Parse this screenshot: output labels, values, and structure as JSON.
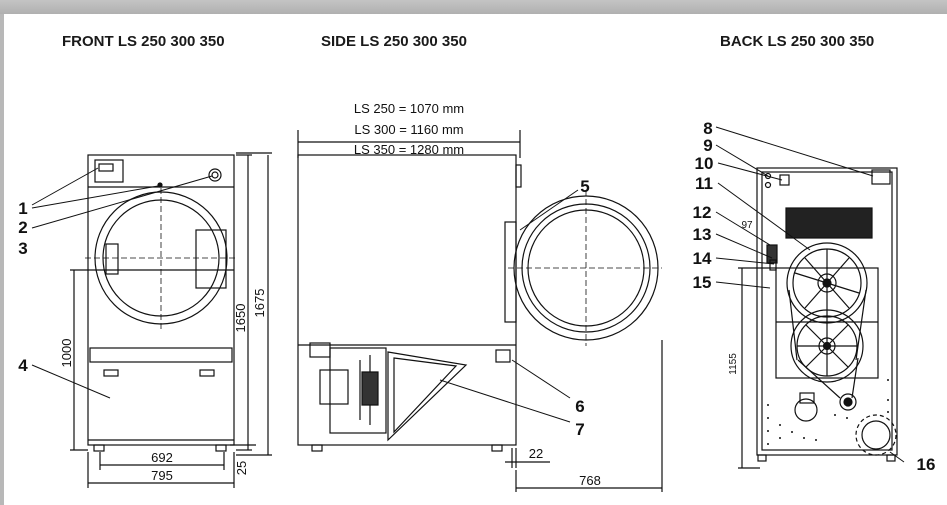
{
  "headers": {
    "front": "FRONT LS 250 300 350",
    "side": "SIDE LS 250 300 350",
    "back": "BACK LS 250 300 350"
  },
  "dimensions": {
    "ls250_depth": "LS 250 = 1070 mm",
    "ls300_depth": "LS 300 = 1160 mm",
    "ls350_depth": "LS 350 = 1280 mm",
    "height_1650": "1650",
    "height_1675": "1675",
    "height_1000": "1000",
    "width_692": "692",
    "width_795": "795",
    "foot_25": "25",
    "foot_22": "22",
    "door_768": "768",
    "back_97": "97",
    "back_1155": "1155"
  },
  "callouts": [
    "1",
    "2",
    "3",
    "4",
    "5",
    "6",
    "7",
    "8",
    "9",
    "10",
    "11",
    "12",
    "13",
    "14",
    "15",
    "16"
  ]
}
